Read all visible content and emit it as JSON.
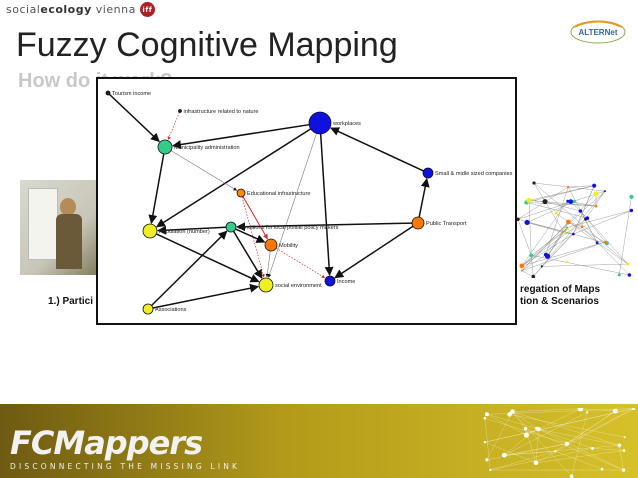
{
  "header": {
    "brand_social": "social",
    "brand_ecology": "ecology",
    "brand_vienna": "vienna",
    "brand_badge": "iff",
    "partner_logo": "ALTERNet"
  },
  "slide": {
    "title": "Fuzzy Cognitive Mapping",
    "subtitle": "How do it work?",
    "step1_label": "1.) Partici",
    "step3_line1": "regation of Maps",
    "step3_line2": "tion &  Scenarios"
  },
  "footer": {
    "logo": "FCMappers",
    "tagline": "DISCONNECTING THE MISSING LINK"
  },
  "diagram": {
    "nodes": [
      {
        "id": "tourism",
        "label": "Tourism income",
        "color": "#222222"
      },
      {
        "id": "infra_nature",
        "label": "infrastructure related to nature",
        "color": "#222222"
      },
      {
        "id": "workplaces",
        "label": "workplaces",
        "color": "#1010e0"
      },
      {
        "id": "municipality",
        "label": "Municipality administration",
        "color": "#33cc88"
      },
      {
        "id": "educational",
        "label": "Educational infrastructure",
        "color": "#ff8800"
      },
      {
        "id": "small_companies",
        "label": "Small & midle sized companies",
        "color": "#1010e0"
      },
      {
        "id": "population",
        "label": "Population (number)",
        "color": "#f0f020"
      },
      {
        "id": "conditions",
        "label": "Conditions for local politikl policy makers",
        "color": "#33cc88"
      },
      {
        "id": "mobility",
        "label": "Mobility",
        "color": "#ff7700"
      },
      {
        "id": "public_transport",
        "label": "Public Transport",
        "color": "#ff7700"
      },
      {
        "id": "social_env",
        "label": "social environment",
        "color": "#f0f020"
      },
      {
        "id": "income",
        "label": "Income",
        "color": "#1010e0"
      },
      {
        "id": "associations",
        "label": "Associations",
        "color": "#f0f020"
      }
    ],
    "edges": [
      {
        "from": "tourism",
        "to": "municipality",
        "style": "solid"
      },
      {
        "from": "infra_nature",
        "to": "municipality",
        "style": "dotted"
      },
      {
        "from": "workplaces",
        "to": "municipality",
        "style": "solid"
      },
      {
        "from": "workplaces",
        "to": "population",
        "style": "solid"
      },
      {
        "from": "workplaces",
        "to": "income",
        "style": "solid"
      },
      {
        "from": "workplaces",
        "to": "social_env",
        "style": "thin"
      },
      {
        "from": "small_companies",
        "to": "workplaces",
        "style": "solid"
      },
      {
        "from": "public_transport",
        "to": "small_companies",
        "style": "solid"
      },
      {
        "from": "public_transport",
        "to": "conditions",
        "style": "solid"
      },
      {
        "from": "public_transport",
        "to": "income",
        "style": "solid"
      },
      {
        "from": "municipality",
        "to": "population",
        "style": "solid"
      },
      {
        "from": "municipality",
        "to": "educational",
        "style": "thin"
      },
      {
        "from": "educational",
        "to": "mobility",
        "style": "red"
      },
      {
        "from": "educational",
        "to": "social_env",
        "style": "dotted"
      },
      {
        "from": "conditions",
        "to": "mobility",
        "style": "solid"
      },
      {
        "from": "conditions",
        "to": "social_env",
        "style": "solid"
      },
      {
        "from": "conditions",
        "to": "population",
        "style": "solid"
      },
      {
        "from": "mobility",
        "to": "income",
        "style": "dotted"
      },
      {
        "from": "population",
        "to": "social_env",
        "style": "solid"
      },
      {
        "from": "associations",
        "to": "social_env",
        "style": "solid"
      },
      {
        "from": "associations",
        "to": "conditions",
        "style": "solid"
      },
      {
        "from": "mobility",
        "to": "social_env",
        "style": "thin"
      }
    ]
  }
}
